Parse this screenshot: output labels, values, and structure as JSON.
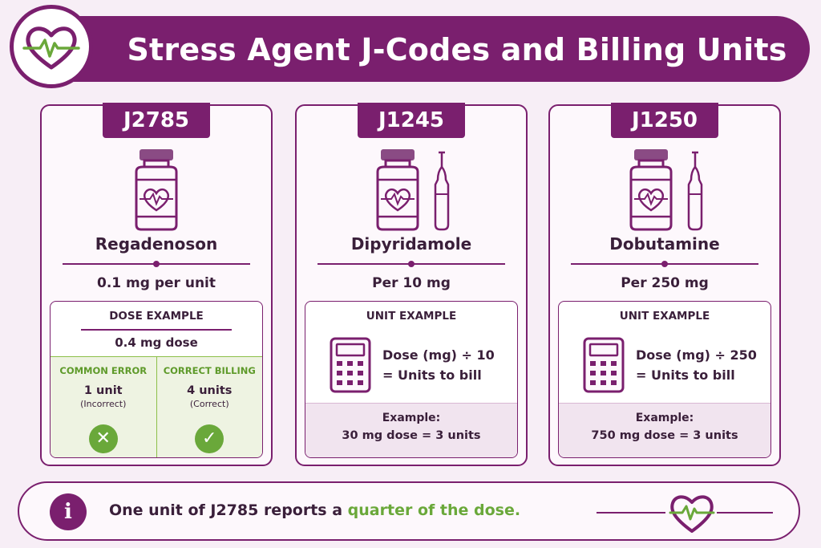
{
  "header": {
    "title": "Stress Agent J-Codes and Billing Units",
    "icon": "heart-pulse-icon"
  },
  "cards": [
    {
      "code": "J2785",
      "drug": "Regadenoson",
      "rate": "0.1 mg per unit",
      "example_heading": "DOSE EXAMPLE",
      "dose": "0.4 mg dose",
      "error_label": "COMMON ERROR",
      "error_value": "1 unit",
      "error_note": "(Incorrect)",
      "correct_label": "CORRECT BILLING",
      "correct_value": "4 units",
      "correct_note": "(Correct)",
      "icons": [
        "vial-heart-icon",
        "x-icon",
        "check-icon"
      ]
    },
    {
      "code": "J1245",
      "drug": "Dipyridamole",
      "rate": "Per 10 mg",
      "example_heading": "UNIT EXAMPLE",
      "formula_line1": "Dose (mg) ÷ 10",
      "formula_line2": "= Units to bill",
      "worked_label": "Example:",
      "worked_text": "30 mg dose = 3 units",
      "icons": [
        "vial-heart-icon",
        "ampoule-icon",
        "calculator-icon"
      ]
    },
    {
      "code": "J1250",
      "drug": "Dobutamine",
      "rate": "Per 250 mg",
      "example_heading": "UNIT EXAMPLE",
      "formula_line1": "Dose (mg) ÷ 250",
      "formula_line2": "= Units to bill",
      "worked_label": "Example:",
      "worked_text": "750 mg dose = 3 units",
      "icons": [
        "vial-heart-icon",
        "ampoule-icon",
        "calculator-icon"
      ]
    }
  ],
  "footer": {
    "text_before": "One unit of J2785 reports a ",
    "text_highlight": "quarter of the dose.",
    "icon": "info-icon"
  },
  "colors": {
    "primary": "#7a1f6e",
    "accent_green": "#6aa83a",
    "background": "#f7eef6"
  }
}
